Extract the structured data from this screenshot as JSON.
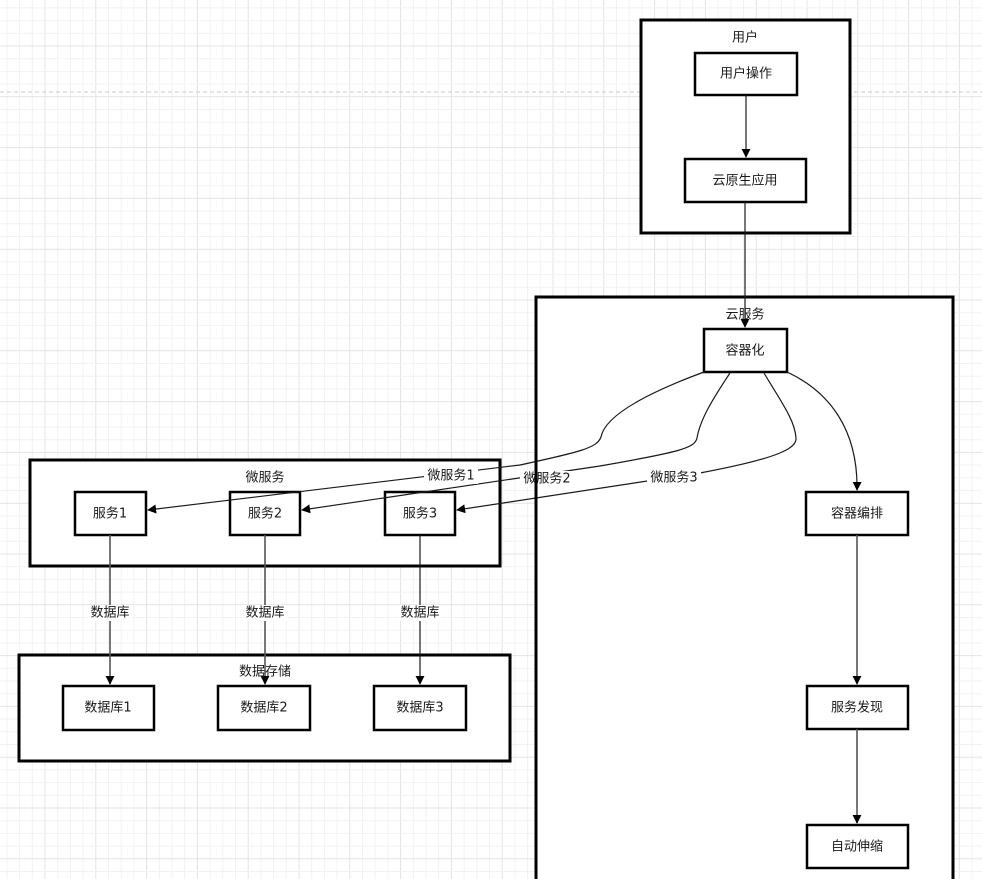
{
  "diagram": {
    "containers": {
      "user": {
        "title": "用户"
      },
      "cloud": {
        "title": "云服务"
      },
      "microservices": {
        "title": "微服务"
      },
      "storage": {
        "title": "数据存储"
      }
    },
    "nodes": {
      "user_op": "用户操作",
      "cloud_app": "云原生应用",
      "containerize": "容器化",
      "orchestration": "容器编排",
      "discovery": "服务发现",
      "autoscale": "自动伸缩",
      "service1": "服务1",
      "service2": "服务2",
      "service3": "服务3",
      "db1": "数据库1",
      "db2": "数据库2",
      "db3": "数据库3"
    },
    "edges": {
      "ms1": "微服务1",
      "ms2": "微服务2",
      "ms3": "微服务3",
      "db_a": "数据库",
      "db_b": "数据库",
      "db_c": "数据库"
    },
    "colors": {
      "stroke": "#000000",
      "fill": "#ffffff",
      "grid": "#e4e4e4"
    }
  }
}
